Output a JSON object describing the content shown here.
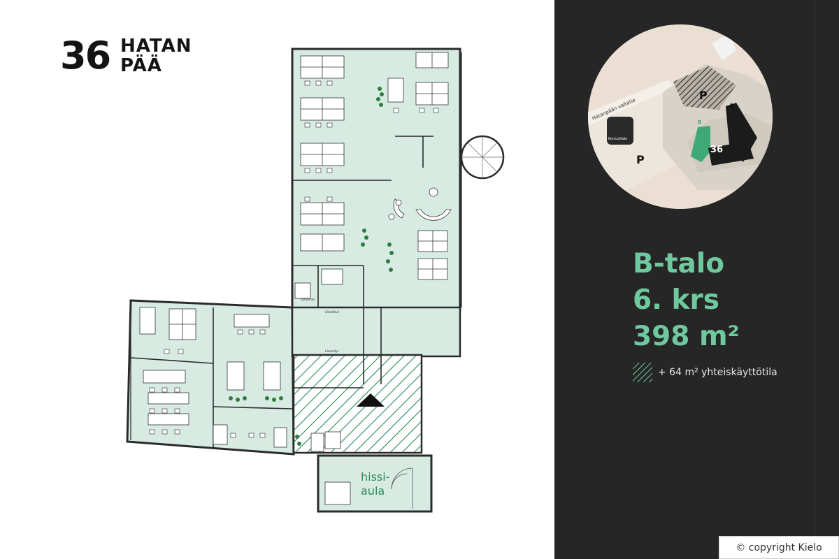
{
  "logo": {
    "number": "36",
    "line1": "HATAN",
    "line2": "PÄÄ"
  },
  "floorplan": {
    "elevator_label_line1": "hissi-",
    "elevator_label_line2": "aula",
    "small_labels": [
      "Lähettävä",
      "Lämmitys",
      "Sähköinen"
    ]
  },
  "site_map": {
    "road_label": "Hatanpään valtatie",
    "building_label": "Konsulitalo",
    "parking_label": "P",
    "building_a": "A",
    "building_b": "B",
    "logo_number": "36"
  },
  "info": {
    "building": "B-talo",
    "floor": "6. krs",
    "area": "398 m²"
  },
  "legend": {
    "text": "+ 64 m² yhteiskäyttötila"
  },
  "copyright": "© copyright Kielo",
  "colors": {
    "room_fill": "#d7ebe2",
    "accent": "#6fc99e",
    "panel_bg": "#262626",
    "hatch": "#2e8b57",
    "wall": "#2a2a2a",
    "site_circle": "#eadfd2"
  }
}
